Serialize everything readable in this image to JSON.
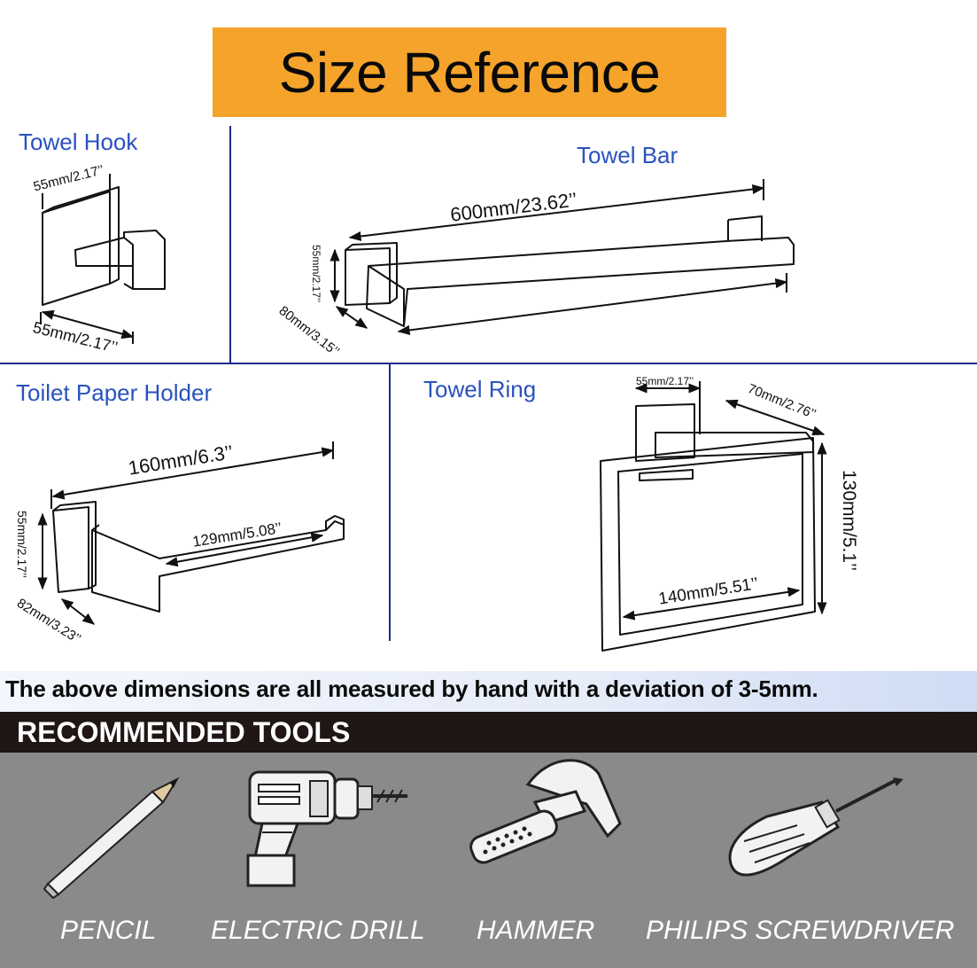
{
  "title": "Size Reference",
  "sections": {
    "towel_hook": {
      "label": "Towel Hook",
      "width_top": "55mm/2.17’’",
      "width_bottom": "55mm/2.17’’"
    },
    "towel_bar": {
      "label": "Towel Bar",
      "length": "600mm/23.62’’",
      "height": "55mm/2.17’’",
      "depth": "80mm/3.15’’"
    },
    "toilet_paper_holder": {
      "label": "Toilet Paper Holder",
      "length": "160mm/6.3’’",
      "inner_length": "129mm/5.08’’",
      "height": "55mm/2.17’’",
      "depth": "82mm/3.23’’"
    },
    "towel_ring": {
      "label": "Towel Ring",
      "base_width": "55mm/2.17’’",
      "depth": "70mm/2.76’’",
      "height": "130mm/5.1’’",
      "width": "140mm/5.51’’"
    }
  },
  "note": "The above dimensions are all measured by hand with a deviation of 3-5mm.",
  "tools": {
    "header": "RECOMMENDED TOOLS",
    "items": [
      {
        "label": "PENCIL",
        "icon": "pencil-icon"
      },
      {
        "label": "ELECTRIC DRILL",
        "icon": "drill-icon"
      },
      {
        "label": "HAMMER",
        "icon": "hammer-icon"
      },
      {
        "label": "PHILIPS SCREWDRIVER",
        "icon": "screwdriver-icon"
      }
    ]
  },
  "colors": {
    "title_bg": "#f5a32b",
    "label_blue": "#2a52be",
    "tools_header_bg": "#201615",
    "tools_bg": "#8a8a8a"
  }
}
